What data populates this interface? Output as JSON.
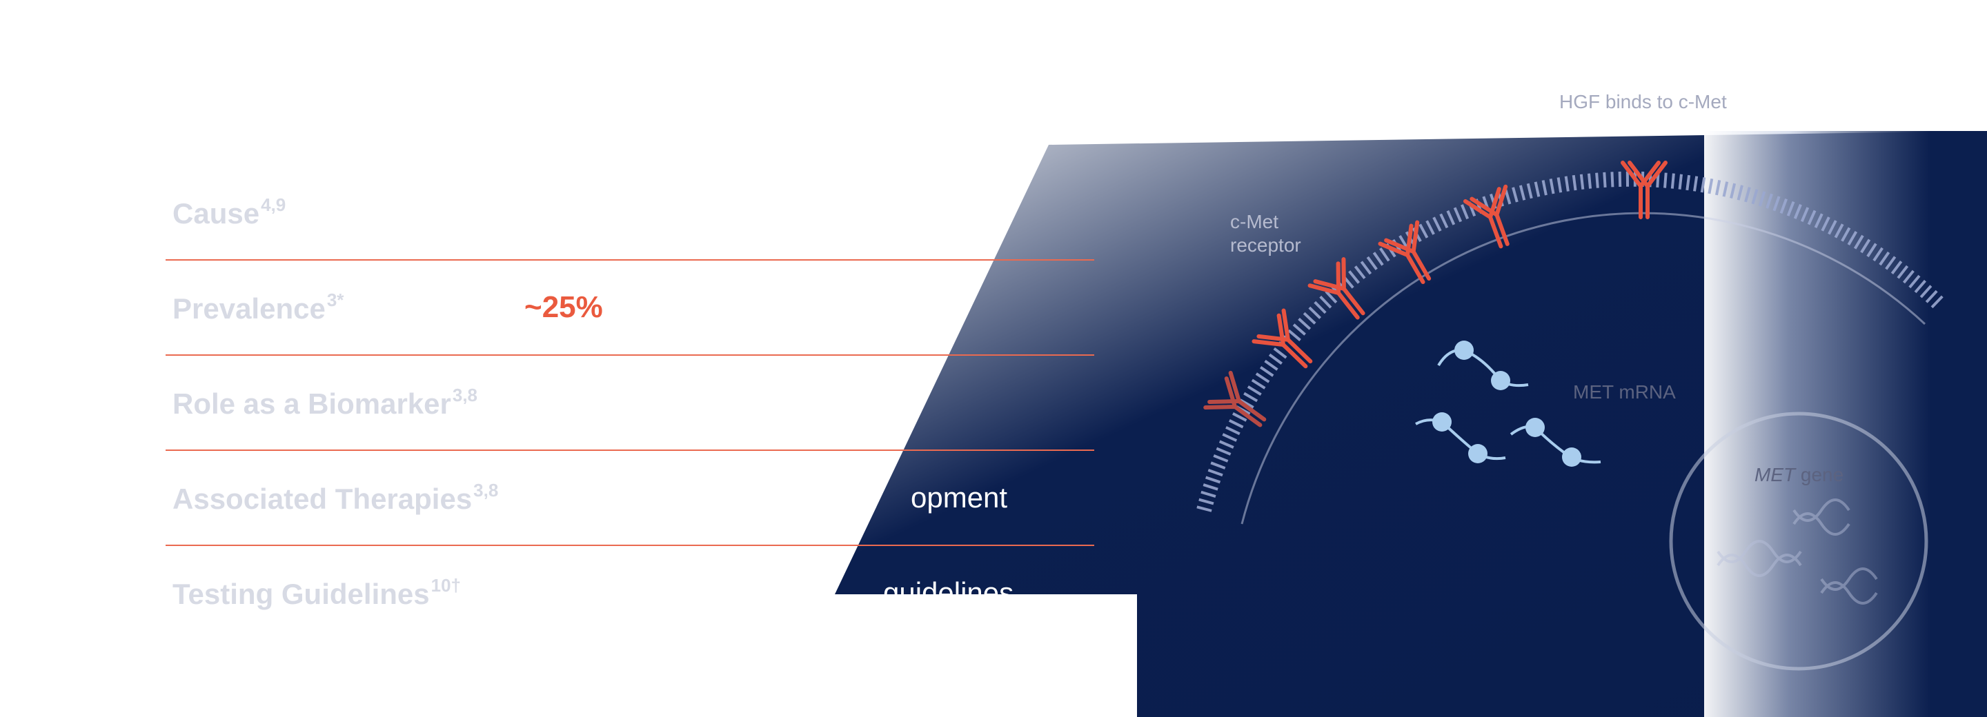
{
  "table": {
    "rows": [
      {
        "label": "Cause",
        "sup": "4,9",
        "value": "",
        "style": "faint"
      },
      {
        "label": "Prevalence",
        "sup": "3*",
        "value": "~25%",
        "style": "accent"
      },
      {
        "label": "Role as a Biomarker",
        "sup": "3,8",
        "value": "",
        "style": "faint"
      },
      {
        "label": "Associated Therapies",
        "sup": "3,8",
        "value": "opment",
        "style": "light"
      },
      {
        "label": "Testing Guidelines",
        "sup": "10†",
        "value": "guidelines",
        "style": "light"
      }
    ]
  },
  "diagram": {
    "hgf_label": "HGF binds to c-Met",
    "receptor_label_line1": "c-Met",
    "receptor_label_line2": "receptor",
    "mrna_label": "MET mRNA",
    "gene_label_em": "MET",
    "gene_label_rest": " gene"
  },
  "colors": {
    "accent": "#ea5a3e",
    "navy": "#0b1f4f",
    "receptor": "#e8533f",
    "mrna": "#a9cdee",
    "membrane": "#9aa7cf"
  }
}
